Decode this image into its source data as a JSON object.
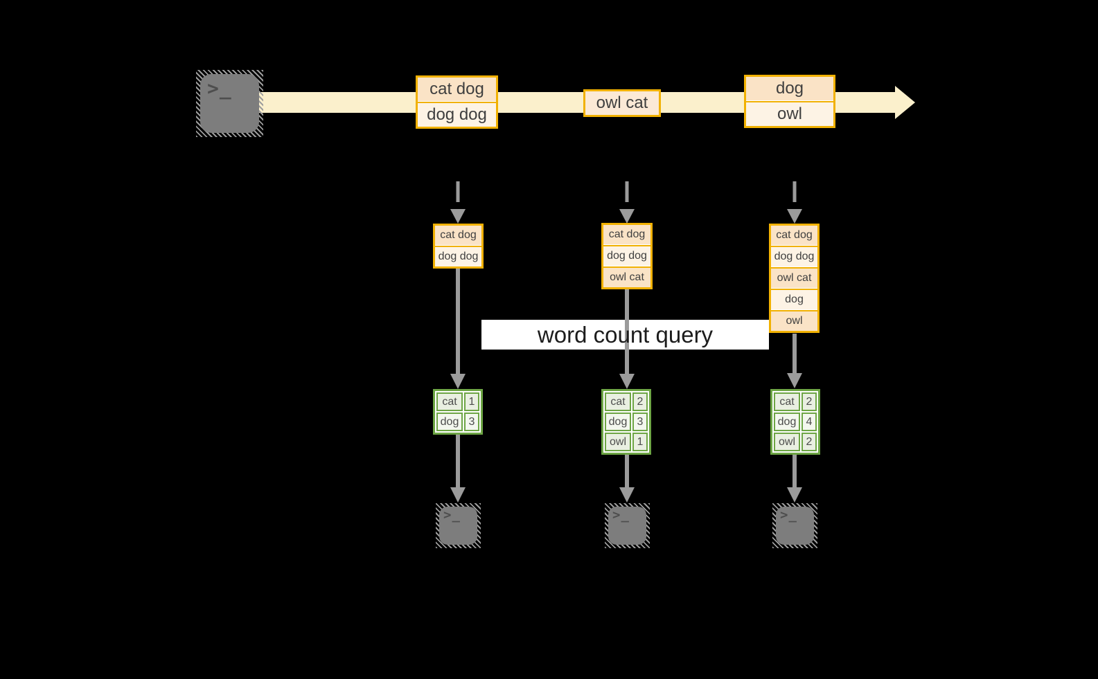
{
  "banner": {
    "label": "word count query"
  },
  "stream": {
    "events": [
      {
        "cells": [
          "cat dog",
          "dog dog"
        ]
      },
      {
        "cells": [
          "owl cat"
        ]
      },
      {
        "cells": [
          "dog",
          "owl"
        ]
      }
    ]
  },
  "columns": [
    {
      "state": {
        "cells": [
          "cat dog",
          "dog dog"
        ]
      },
      "counts": {
        "rows": [
          {
            "word": "cat",
            "count": "1"
          },
          {
            "word": "dog",
            "count": "3"
          }
        ]
      }
    },
    {
      "state": {
        "cells": [
          "cat dog",
          "dog dog",
          "owl cat"
        ]
      },
      "counts": {
        "rows": [
          {
            "word": "cat",
            "count": "2"
          },
          {
            "word": "dog",
            "count": "3"
          },
          {
            "word": "owl",
            "count": "1"
          }
        ]
      }
    },
    {
      "state": {
        "cells": [
          "cat dog",
          "dog dog",
          "owl cat",
          "dog",
          "owl"
        ]
      },
      "counts": {
        "rows": [
          {
            "word": "cat",
            "count": "2"
          },
          {
            "word": "dog",
            "count": "4"
          },
          {
            "word": "owl",
            "count": "2"
          }
        ]
      }
    }
  ],
  "icons": {
    "terminal_prompt": ">_"
  },
  "colors": {
    "background": "#000000",
    "stream_band": "#FBF0CC",
    "amber_border": "#F1B102",
    "peach_fill": "#FAE3C6",
    "cream_fill": "#FDF3E5",
    "green_border": "#6DA544",
    "sage_fill": "#E9EFE1",
    "light_sage_fill": "#F3F7EE",
    "arrow_gray": "#9B9B9B",
    "terminal_gray": "#7D7D7D"
  }
}
